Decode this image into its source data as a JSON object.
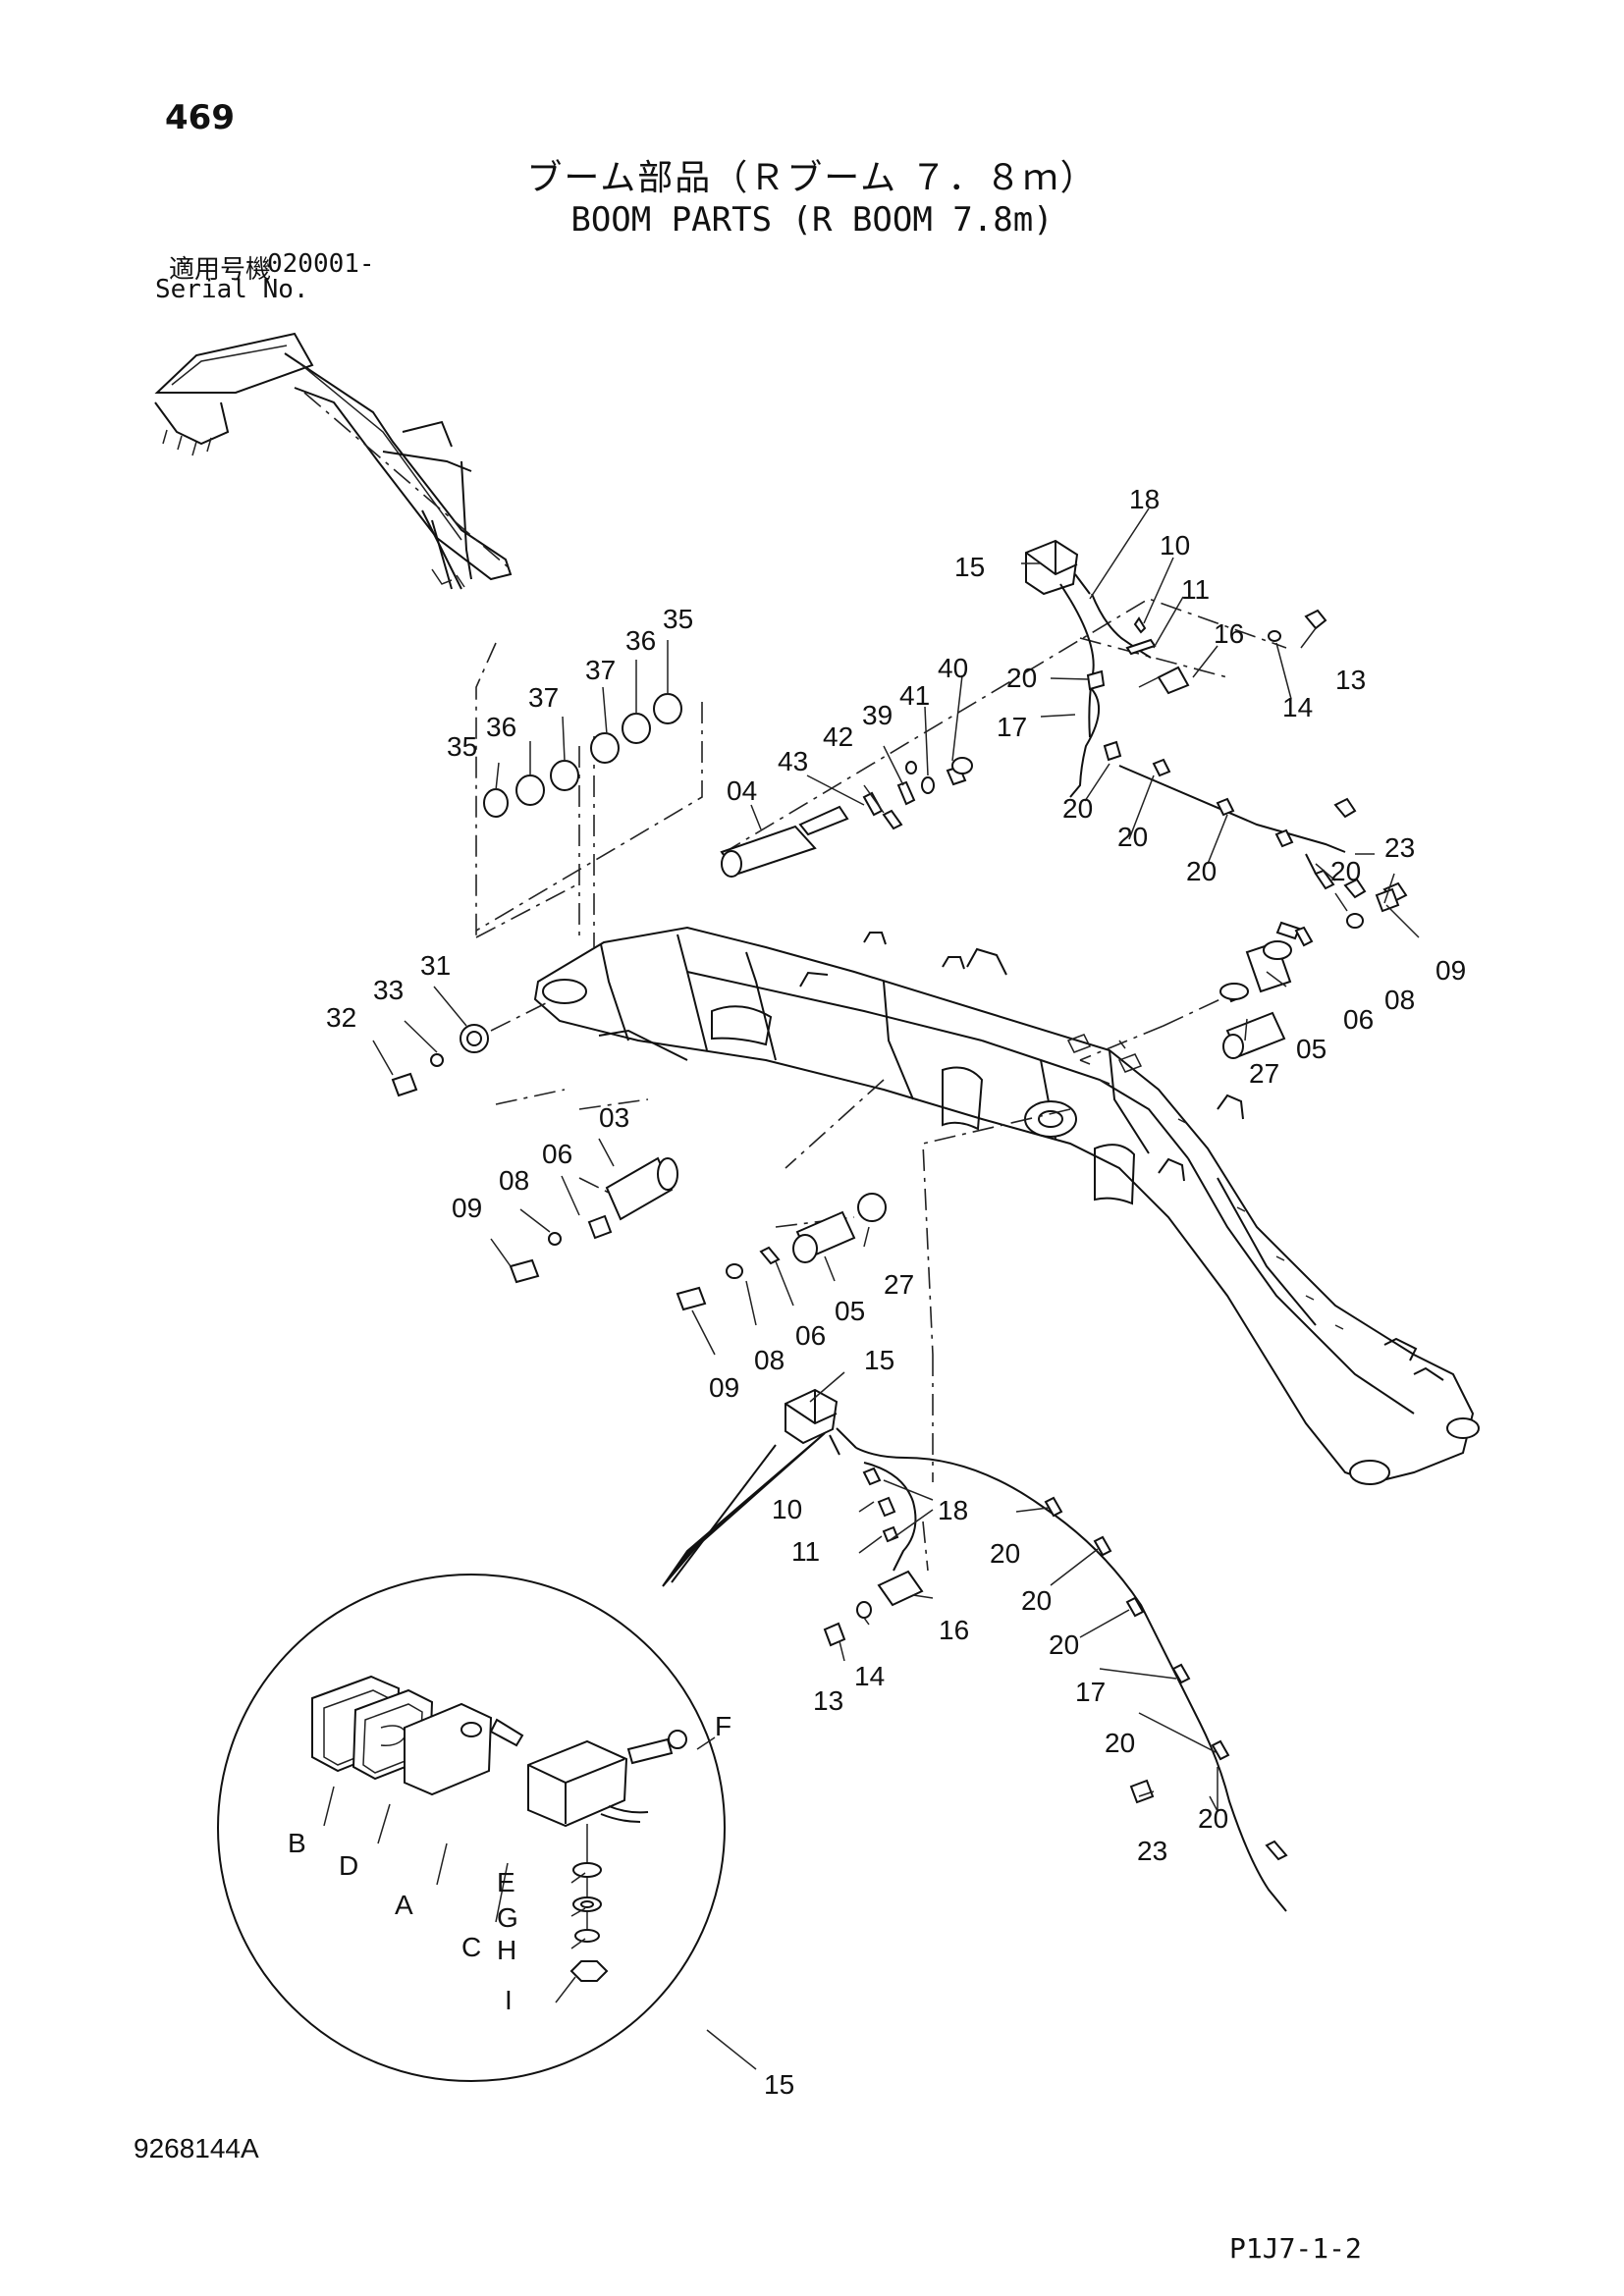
{
  "header": {
    "page_number": "469",
    "title_ja": "ブーム部品（Ｒブーム ７．８ｍ）",
    "title_en": "BOOM PARTS (R BOOM 7.8m)",
    "serial_label_ja": "適用号機",
    "serial_value": "020001-",
    "serial_label_en": "Serial No."
  },
  "footer": {
    "document_code": "9268144A",
    "sheet_code": "P1J7-1-2"
  },
  "callouts": {
    "c18a": "18",
    "c15a": "15",
    "c10a": "10",
    "c11a": "11",
    "c16a": "16",
    "c14a": "14",
    "c13a": "13",
    "c20a": "20",
    "c17a": "17",
    "c20b": "20",
    "c20c": "20",
    "c20d": "20",
    "c20e": "20",
    "c23a": "23",
    "c09a": "09",
    "c08a": "08",
    "c06a": "06",
    "c05a": "05",
    "c27a": "27",
    "c40": "40",
    "c41": "41",
    "c39": "39",
    "c42": "42",
    "c43": "43",
    "c04": "04",
    "c35a": "35",
    "c36a": "36",
    "c37a": "37",
    "c37b": "37",
    "c36b": "36",
    "c35b": "35",
    "c31": "31",
    "c33": "33",
    "c32": "32",
    "c03": "03",
    "c06b": "06",
    "c08b": "08",
    "c09b": "09",
    "c27b": "27",
    "c05b": "05",
    "c06c": "06",
    "c08c": "08",
    "c09c": "09",
    "c15b": "15",
    "c10b": "10",
    "c18b": "18",
    "c11b": "11",
    "c16b": "16",
    "c14b": "14",
    "c13b": "13",
    "c20f": "20",
    "c20g": "20",
    "c20h": "20",
    "c17b": "17",
    "c20i": "20",
    "c20j": "20",
    "c23b": "23",
    "dB": "B",
    "dD": "D",
    "dA": "A",
    "dC": "C",
    "dF": "F",
    "dE": "E",
    "dG": "G",
    "dH": "H",
    "dI": "I",
    "c15c": "15"
  }
}
